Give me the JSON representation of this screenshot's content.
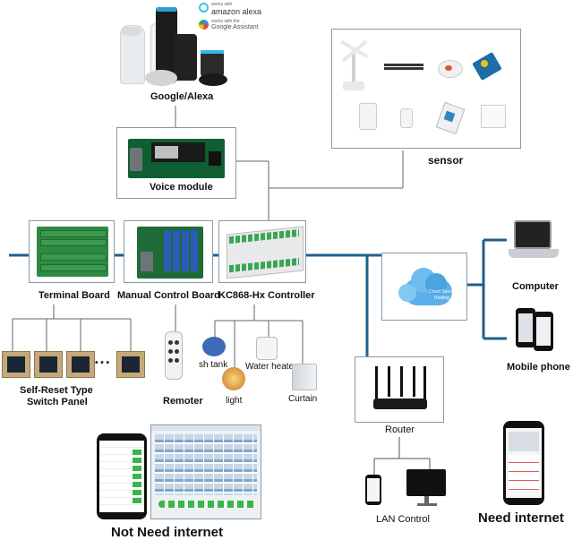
{
  "labels": {
    "google_alexa": "Google/Alexa",
    "voice_module": "Voice module",
    "sensor": "sensor",
    "terminal_board": "Terminal Board",
    "manual_control_board": "Manual Control Board",
    "controller": "KC868-Hx Controller",
    "self_reset_line1": "Self-Reset Type",
    "self_reset_line2": "Switch Panel",
    "remoter": "Remoter",
    "sh_tank": "sh tank",
    "water_heater": "Water heater",
    "light": "light",
    "curtain": "Curtain",
    "computer": "Computer",
    "mobile_phone": "Mobile phone",
    "router": "Router",
    "lan_control": "LAN Control",
    "not_need_internet": "Not Need internet",
    "need_internet": "Need internet",
    "cloud_line1": "Cloud Server",
    "cloud_line2": "Hosting",
    "alexa_brand_small": "works with",
    "alexa_brand": "amazon alexa",
    "google_brand_small": "works with the",
    "google_brand": "Google Assistant",
    "panel_dots": "• • •"
  },
  "icons": {
    "speakers": "smart-speakers-icon",
    "sensors": "sensor-devices-icon",
    "cloud": "cloud-server-icon",
    "laptop": "laptop-icon",
    "phones": "smartphones-icon",
    "router": "wifi-router-icon",
    "remote": "remote-control-icon"
  },
  "colors": {
    "bus": "#1f5f8b",
    "thin_line": "#555555",
    "box_border": "#8a9aa5",
    "cloud": "#4ba3e0"
  }
}
